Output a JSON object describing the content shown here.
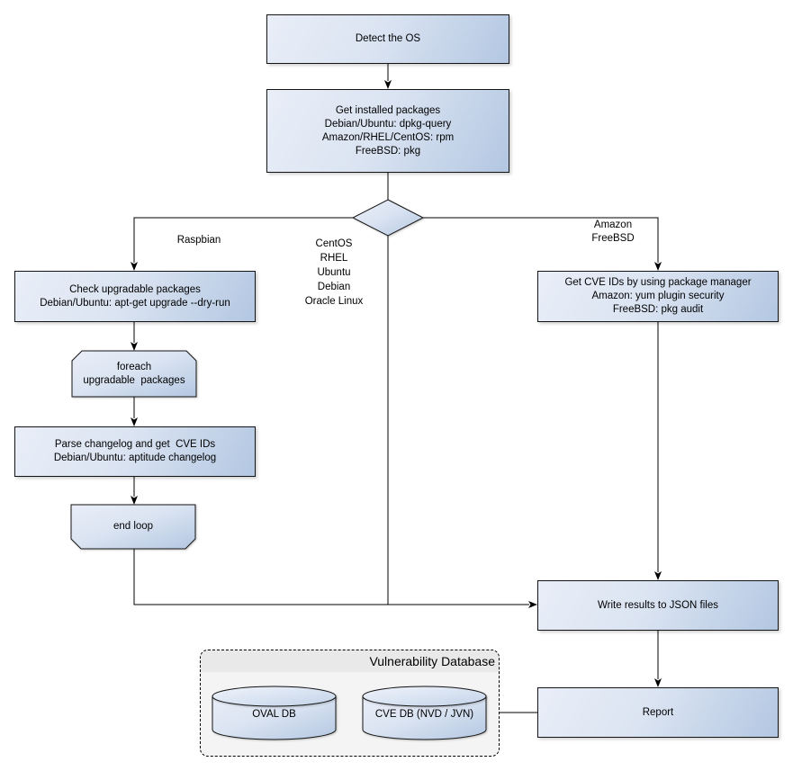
{
  "nodes": {
    "detect_os": "Detect the OS",
    "get_installed_packages": "Get installed packages\nDebian/Ubuntu: dpkg-query\nAmazon/RHEL/CentOS: rpm\nFreeBSD: pkg",
    "check_upgradable": "Check upgradable packages\nDebian/Ubuntu: apt-get upgrade --dry-run",
    "foreach_loop": "foreach\nupgradable  packages",
    "parse_changelog": "Parse changelog and get  CVE IDs\nDebian/Ubuntu: aptitude changelog",
    "end_loop": "end loop",
    "get_cve_ids": "Get CVE IDs by using package manager\nAmazon: yum plugin security\nFreeBSD: pkg audit",
    "write_results": "Write results to JSON files",
    "report": "Report"
  },
  "branch_labels": {
    "left": "Raspbian",
    "middle": "CentOS\nRHEL\nUbuntu\nDebian\nOracle Linux",
    "right": "Amazon\nFreeBSD"
  },
  "database": {
    "title": "Vulnerability Database",
    "cylinders": [
      "OVAL DB",
      "CVE DB (NVD / JVN)"
    ]
  },
  "colors": {
    "node_gradient_start": "#e9eef8",
    "node_gradient_end": "#b3c7e2",
    "node_border": "#141414",
    "connector": "#000000",
    "db_container_bg": "#f4f4f4",
    "db_header_bg": "#e9e9e9",
    "background": "#ffffff"
  }
}
